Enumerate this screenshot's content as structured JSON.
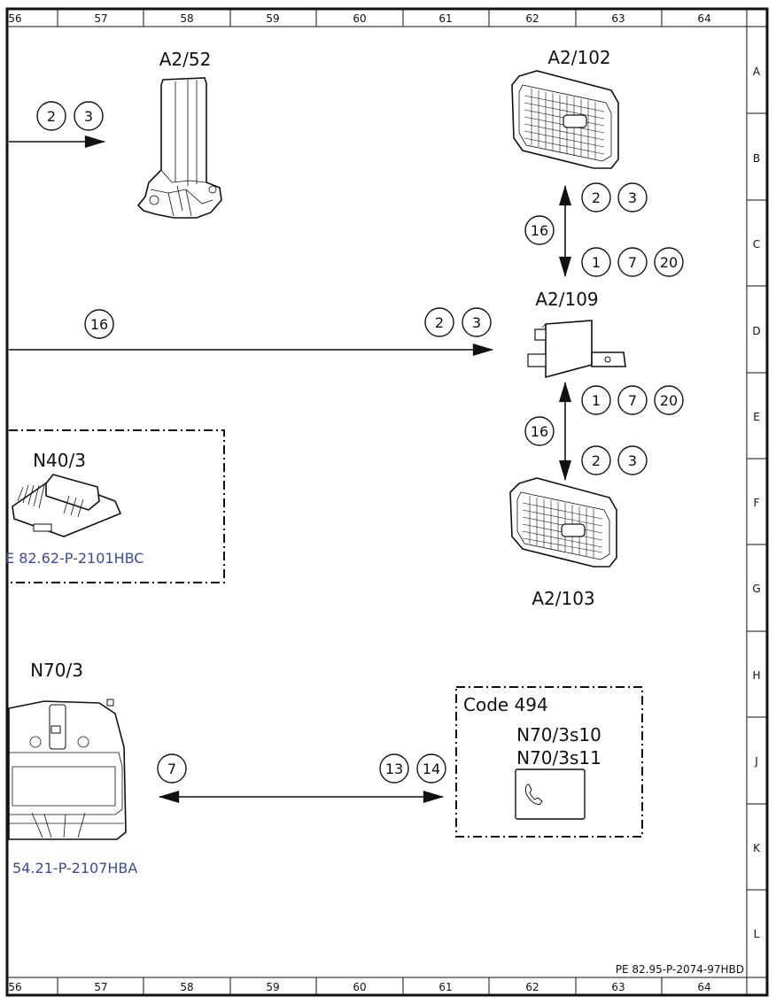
{
  "grid": {
    "columns": [
      "56",
      "57",
      "58",
      "59",
      "60",
      "61",
      "62",
      "63",
      "64"
    ],
    "rows": [
      "A",
      "B",
      "C",
      "D",
      "E",
      "F",
      "G",
      "H",
      "J",
      "K",
      "L"
    ]
  },
  "components": {
    "a2_52": "A2/52",
    "a2_102": "A2/102",
    "a2_109": "A2/109",
    "a2_103": "A2/103",
    "n40_3": "N40/3",
    "n70_3": "N70/3",
    "n70_3s10": "N70/3s10",
    "n70_3s11": "N70/3s11"
  },
  "links": {
    "n40_ref": "E 82.62-P-2101HBC",
    "n70_ref": "54.21-P-2107HBA"
  },
  "code_box": {
    "title": "Code 494"
  },
  "circles": {
    "c2a": "2",
    "c3a": "3",
    "c16a": "16",
    "c2b": "2",
    "c3b": "3",
    "c2c": "2",
    "c3c": "3",
    "c16b": "1",
    "c7a": "7",
    "c20a": "20",
    "c16c": "16",
    "c1b": "1",
    "c7b": "7",
    "c20b": "20",
    "c16d": "16",
    "c2d": "2",
    "c3d": "3",
    "c7c": "7",
    "c13": "13",
    "c14": "14"
  },
  "doc_number": "PE 82.95-P-2074-97HBD"
}
